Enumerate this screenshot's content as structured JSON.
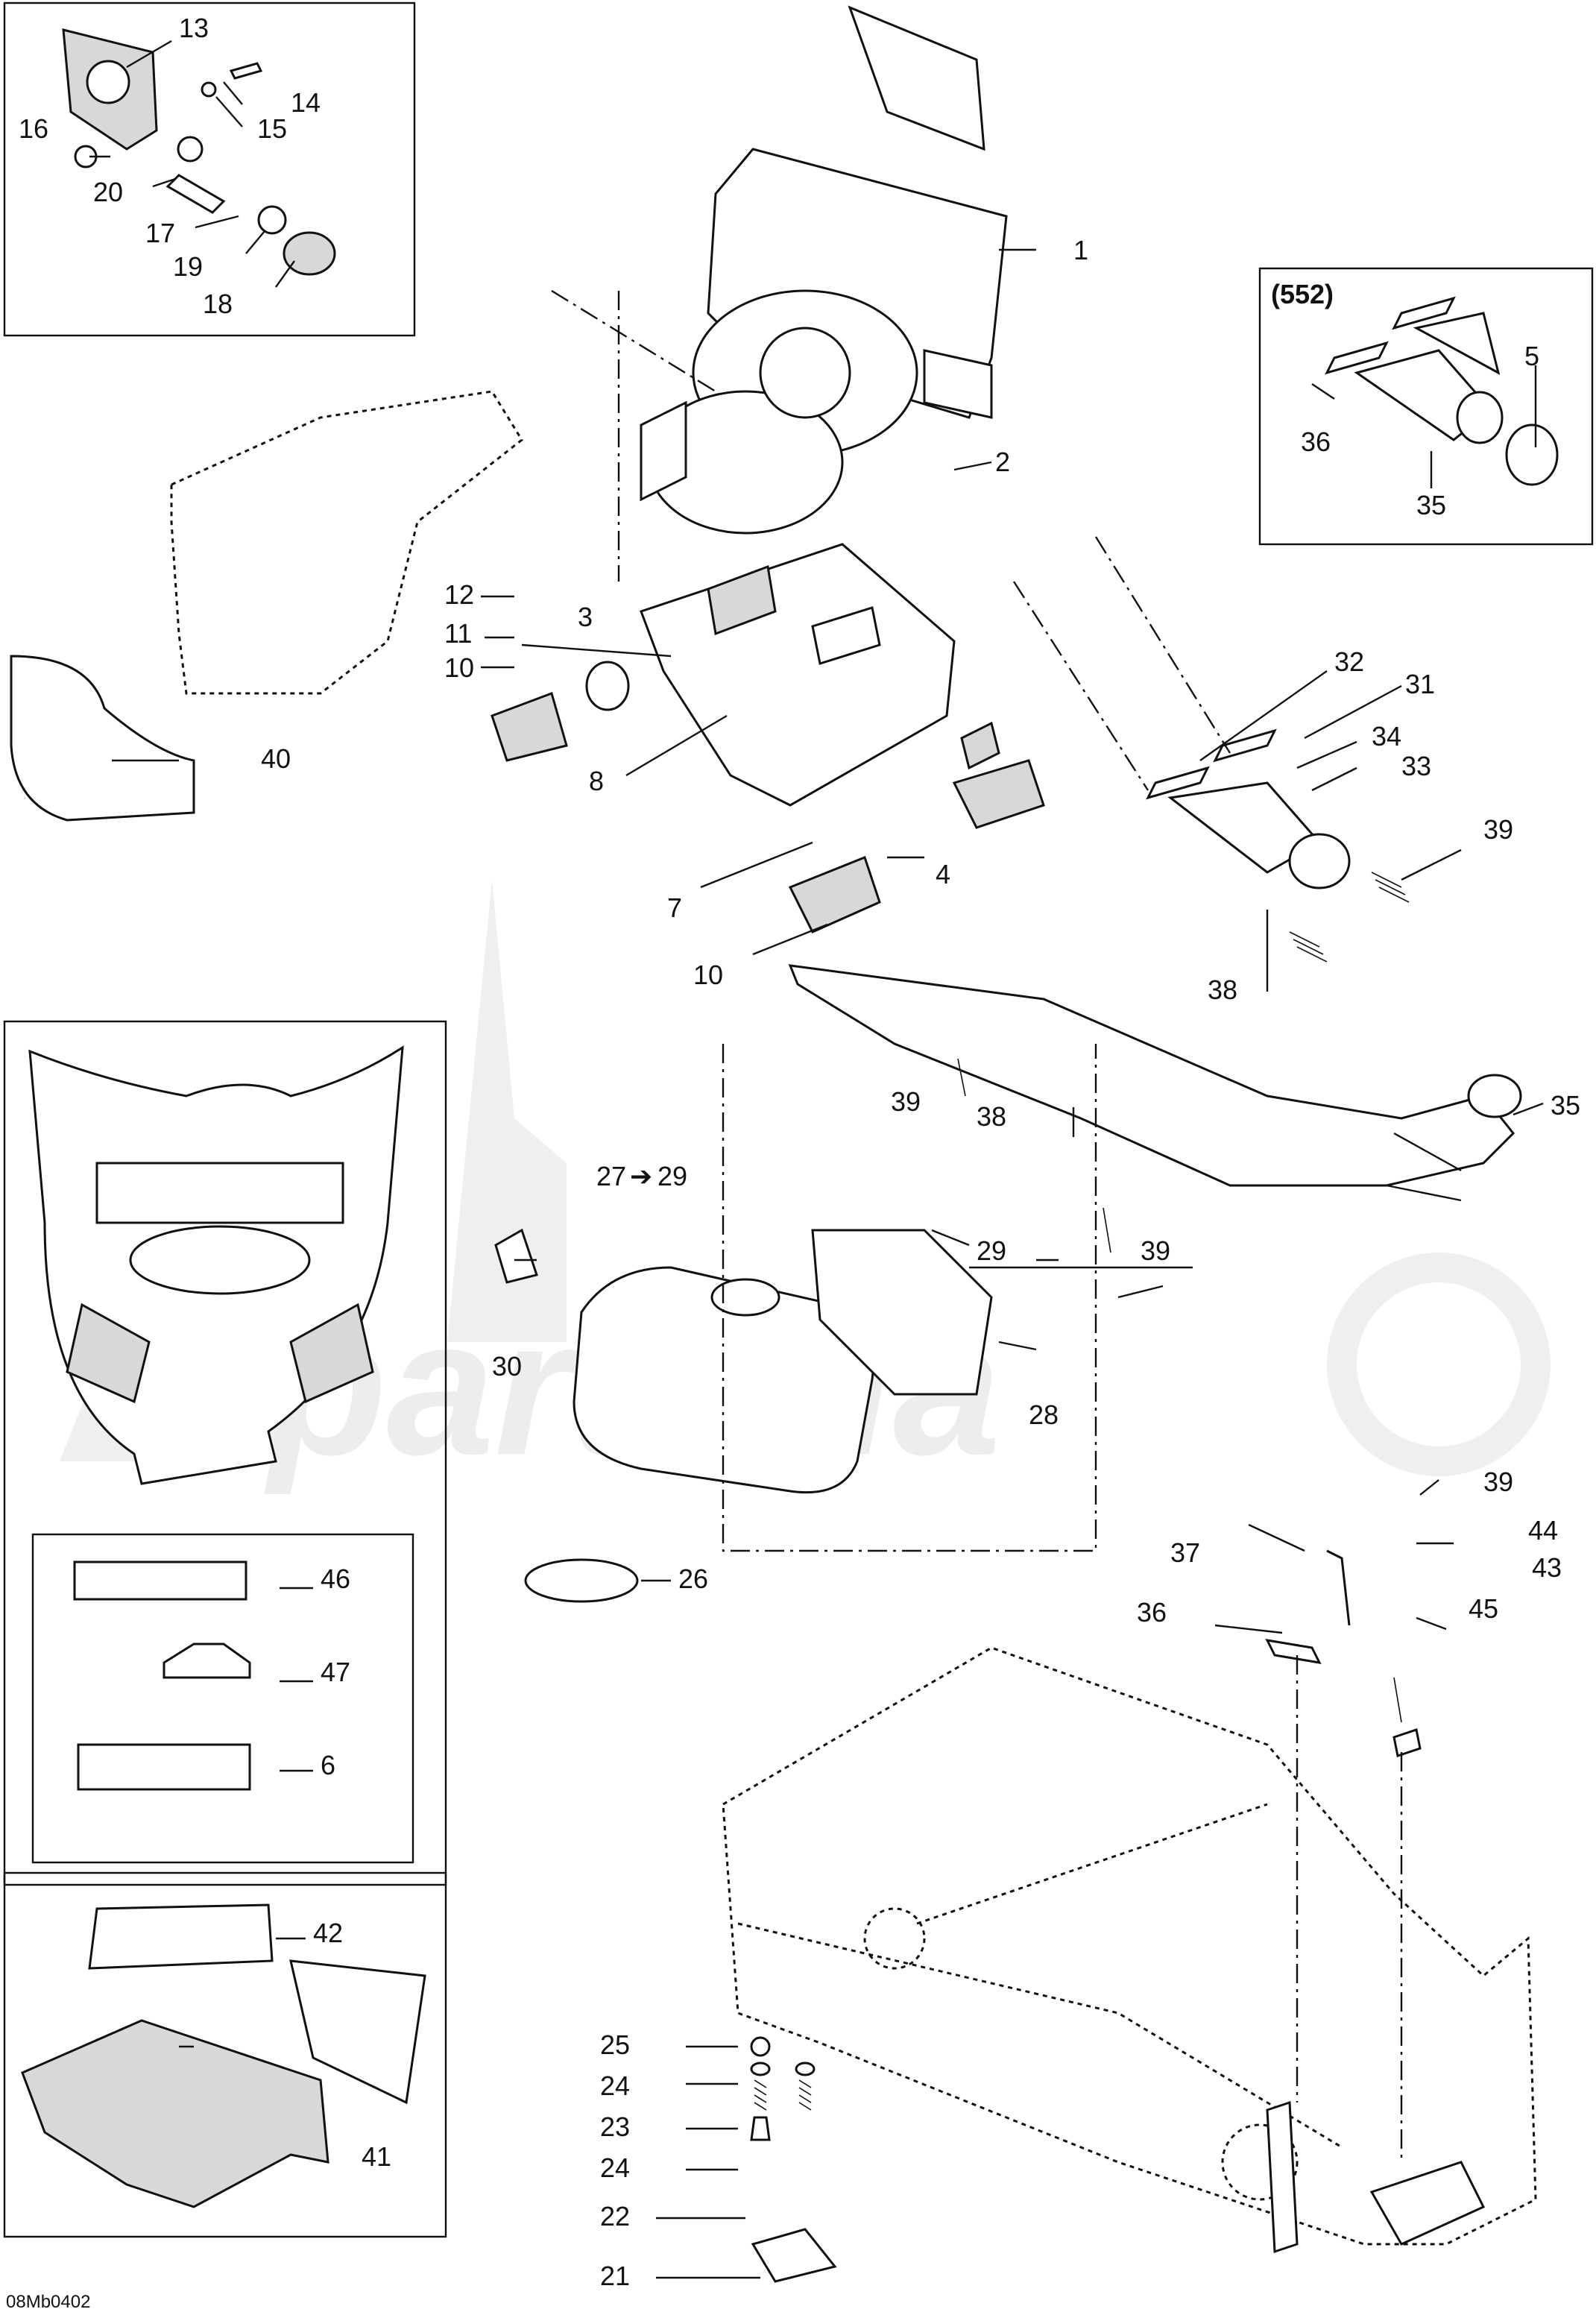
{
  "diagram_code": "08Mb0402",
  "variant_label": "(552)",
  "watermark": "partzilla",
  "callouts": [
    {
      "id": "c13",
      "text": "13"
    },
    {
      "id": "c14",
      "text": "14"
    },
    {
      "id": "c15",
      "text": "15"
    },
    {
      "id": "c16",
      "text": "16"
    },
    {
      "id": "c20",
      "text": "20"
    },
    {
      "id": "c17",
      "text": "17"
    },
    {
      "id": "c19",
      "text": "19"
    },
    {
      "id": "c18",
      "text": "18"
    },
    {
      "id": "c1",
      "text": "1"
    },
    {
      "id": "c2",
      "text": "2"
    },
    {
      "id": "c12",
      "text": "12"
    },
    {
      "id": "c3",
      "text": "3"
    },
    {
      "id": "c11",
      "text": "11"
    },
    {
      "id": "c10a",
      "text": "10"
    },
    {
      "id": "c8",
      "text": "8"
    },
    {
      "id": "c40",
      "text": "40"
    },
    {
      "id": "c7",
      "text": "7"
    },
    {
      "id": "c4",
      "text": "4"
    },
    {
      "id": "c10b",
      "text": "10"
    },
    {
      "id": "c5",
      "text": "5"
    },
    {
      "id": "c36a",
      "text": "36"
    },
    {
      "id": "c35a",
      "text": "35"
    },
    {
      "id": "c32",
      "text": "32"
    },
    {
      "id": "c31",
      "text": "31"
    },
    {
      "id": "c34",
      "text": "34"
    },
    {
      "id": "c33",
      "text": "33"
    },
    {
      "id": "c39a",
      "text": "39"
    },
    {
      "id": "c38a",
      "text": "38"
    },
    {
      "id": "c39b",
      "text": "39"
    },
    {
      "id": "c38b",
      "text": "38"
    },
    {
      "id": "c35b",
      "text": "35"
    },
    {
      "id": "c27",
      "text": "27"
    },
    {
      "id": "c29a",
      "text": "29"
    },
    {
      "id": "c29b",
      "text": "29"
    },
    {
      "id": "c39c",
      "text": "39"
    },
    {
      "id": "c30",
      "text": "30"
    },
    {
      "id": "c28",
      "text": "28"
    },
    {
      "id": "c39d",
      "text": "39"
    },
    {
      "id": "c44",
      "text": "44"
    },
    {
      "id": "c43",
      "text": "43"
    },
    {
      "id": "c37",
      "text": "37"
    },
    {
      "id": "c36b",
      "text": "36"
    },
    {
      "id": "c45",
      "text": "45"
    },
    {
      "id": "c26",
      "text": "26"
    },
    {
      "id": "c46",
      "text": "46"
    },
    {
      "id": "c47",
      "text": "47"
    },
    {
      "id": "c6",
      "text": "6"
    },
    {
      "id": "c42",
      "text": "42"
    },
    {
      "id": "c41",
      "text": "41"
    },
    {
      "id": "c25",
      "text": "25"
    },
    {
      "id": "c24a",
      "text": "24"
    },
    {
      "id": "c23",
      "text": "23"
    },
    {
      "id": "c24b",
      "text": "24"
    },
    {
      "id": "c22",
      "text": "22"
    },
    {
      "id": "c21",
      "text": "21"
    }
  ]
}
